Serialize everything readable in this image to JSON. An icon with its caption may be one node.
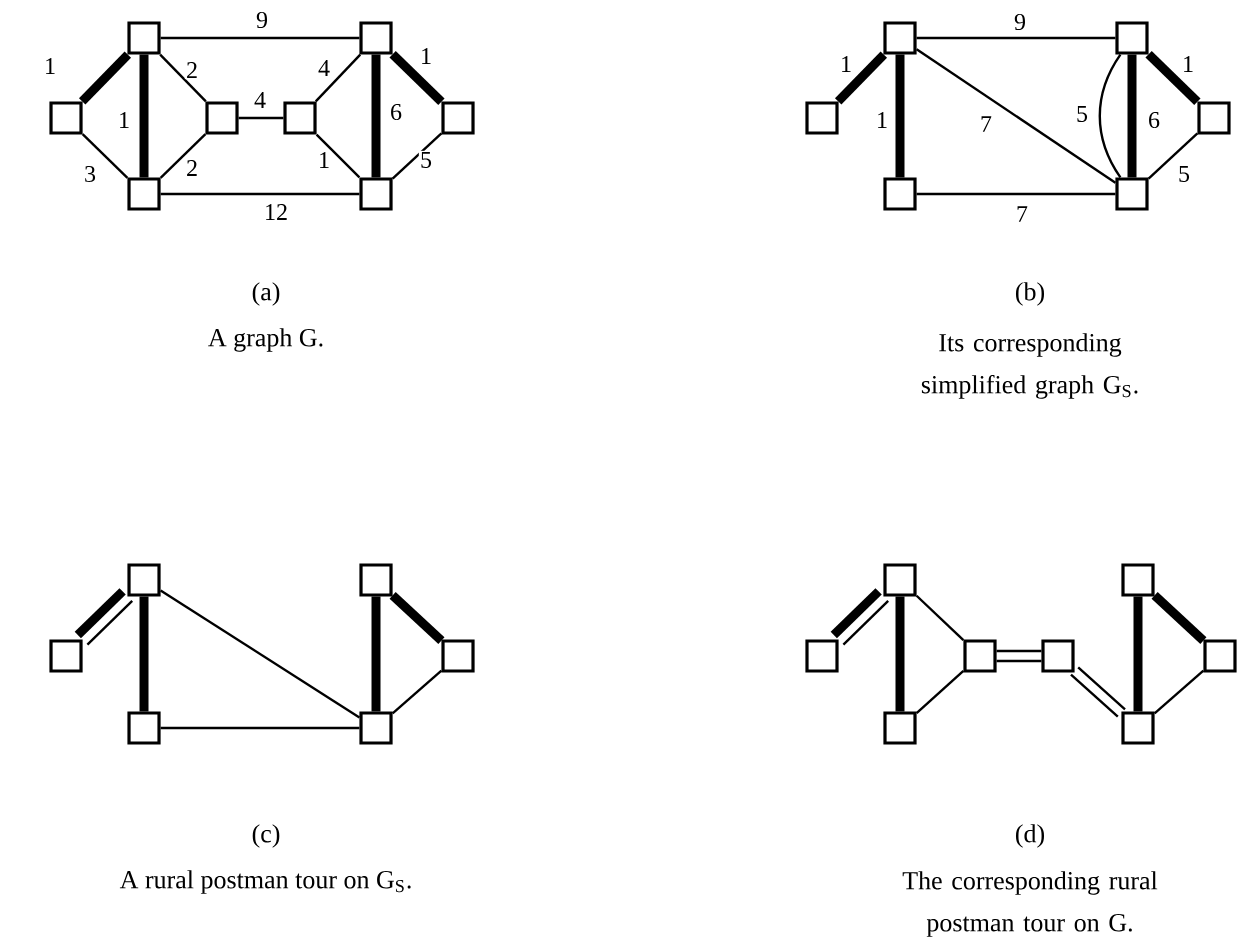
{
  "diagram": {
    "nodes": [
      {
        "text": [],
        "shape": "box"
      },
      {
        "text": [],
        "shape": "box"
      },
      {
        "text": [],
        "shape": "box"
      },
      {
        "text": [],
        "shape": "box"
      },
      {
        "text": [],
        "shape": "box"
      },
      {
        "text": [],
        "shape": "box"
      },
      {
        "text": [],
        "shape": "box"
      },
      {
        "text": [],
        "shape": "box"
      },
      {
        "text": [],
        "shape": "box"
      },
      {
        "text": [],
        "shape": "box"
      },
      {
        "text": [],
        "shape": "box"
      },
      {
        "text": [],
        "shape": "box"
      },
      {
        "text": [],
        "shape": "box"
      },
      {
        "text": [],
        "shape": "box"
      },
      {
        "text": [],
        "shape": "box"
      },
      {
        "text": [],
        "shape": "box"
      },
      {
        "text": [],
        "shape": "box"
      },
      {
        "text": [],
        "shape": "box"
      },
      {
        "text": [],
        "shape": "box"
      },
      {
        "text": [],
        "shape": "box"
      },
      {
        "text": [],
        "shape": "box"
      },
      {
        "text": [],
        "shape": "box"
      },
      {
        "text": [],
        "shape": "box"
      },
      {
        "text": [],
        "shape": "box"
      },
      {
        "text": [],
        "shape": "box"
      },
      {
        "text": [],
        "shape": "box"
      },
      {
        "text": [],
        "shape": "box"
      },
      {
        "text": [],
        "shape": "box"
      }
    ],
    "edges": [
      {
        "from": 0,
        "to": 1,
        "arrow": "none",
        "label": "1",
        "style": "thick"
      },
      {
        "from": 1,
        "to": 2,
        "arrow": "none",
        "label": "1",
        "style": "thick"
      },
      {
        "from": 0,
        "to": 2,
        "arrow": "none",
        "label": "3"
      },
      {
        "from": 1,
        "to": 3,
        "arrow": "none",
        "label": "2"
      },
      {
        "from": 2,
        "to": 3,
        "arrow": "none",
        "label": "2"
      },
      {
        "from": 3,
        "to": 4,
        "arrow": "none",
        "label": "4"
      },
      {
        "from": 1,
        "to": 5,
        "arrow": "none",
        "label": "9"
      },
      {
        "from": 2,
        "to": 6,
        "arrow": "none",
        "label": "12"
      },
      {
        "from": 4,
        "to": 5,
        "arrow": "none",
        "label": "4"
      },
      {
        "from": 4,
        "to": 6,
        "arrow": "none",
        "label": "1"
      },
      {
        "from": 5,
        "to": 6,
        "arrow": "none",
        "label": "6",
        "style": "thick"
      },
      {
        "from": 5,
        "to": 7,
        "arrow": "none",
        "label": "1",
        "style": "thick"
      },
      {
        "from": 7,
        "to": 6,
        "arrow": "none",
        "label": "5"
      },
      {
        "from": 8,
        "to": 9,
        "arrow": "none",
        "label": "1",
        "style": "thick"
      },
      {
        "from": 9,
        "to": 10,
        "arrow": "none",
        "label": "1",
        "style": "thick"
      },
      {
        "from": 9,
        "to": 11,
        "arrow": "none",
        "label": "9"
      },
      {
        "from": 9,
        "to": 12,
        "arrow": "none",
        "label": "7"
      },
      {
        "from": 10,
        "to": 12,
        "arrow": "none",
        "label": "7"
      },
      {
        "from": 11,
        "to": 12,
        "arrow": "none",
        "label": "5"
      },
      {
        "from": 11,
        "to": 12,
        "arrow": "none",
        "label": "6",
        "style": "thick"
      },
      {
        "from": 11,
        "to": 13,
        "arrow": "none",
        "label": "1",
        "style": "thick"
      },
      {
        "from": 13,
        "to": 12,
        "arrow": "none",
        "label": "5"
      },
      {
        "from": 14,
        "to": 15,
        "arrow": "none",
        "style": "thick"
      },
      {
        "from": 14,
        "to": 15,
        "arrow": "none"
      },
      {
        "from": 15,
        "to": 16,
        "arrow": "none",
        "style": "thick"
      },
      {
        "from": 15,
        "to": 18,
        "arrow": "none"
      },
      {
        "from": 16,
        "to": 18,
        "arrow": "none"
      },
      {
        "from": 17,
        "to": 18,
        "arrow": "none",
        "style": "thick"
      },
      {
        "from": 17,
        "to": 19,
        "arrow": "none",
        "style": "thick"
      },
      {
        "from": 19,
        "to": 18,
        "arrow": "none"
      },
      {
        "from": 20,
        "to": 21,
        "arrow": "none",
        "style": "thick"
      },
      {
        "from": 20,
        "to": 21,
        "arrow": "none"
      },
      {
        "from": 21,
        "to": 22,
        "arrow": "none",
        "style": "thick"
      },
      {
        "from": 21,
        "to": 23,
        "arrow": "none"
      },
      {
        "from": 22,
        "to": 23,
        "arrow": "none"
      },
      {
        "from": 23,
        "to": 24,
        "arrow": "none"
      },
      {
        "from": 23,
        "to": 24,
        "arrow": "none"
      },
      {
        "from": 24,
        "to": 26,
        "arrow": "none"
      },
      {
        "from": 24,
        "to": 26,
        "arrow": "none"
      },
      {
        "from": 25,
        "to": 26,
        "arrow": "none",
        "style": "thick"
      },
      {
        "from": 25,
        "to": 27,
        "arrow": "none",
        "style": "thick"
      },
      {
        "from": 27,
        "to": 26,
        "arrow": "none"
      }
    ],
    "labels": [
      "(a)",
      "A graph G.",
      "(b)",
      "Its corresponding simplified graph G$_{S}$.",
      "(c)",
      "A rural postman tour on G$_{S}$.",
      "(d)",
      "The corresponding rural postman tour on G."
    ]
  }
}
